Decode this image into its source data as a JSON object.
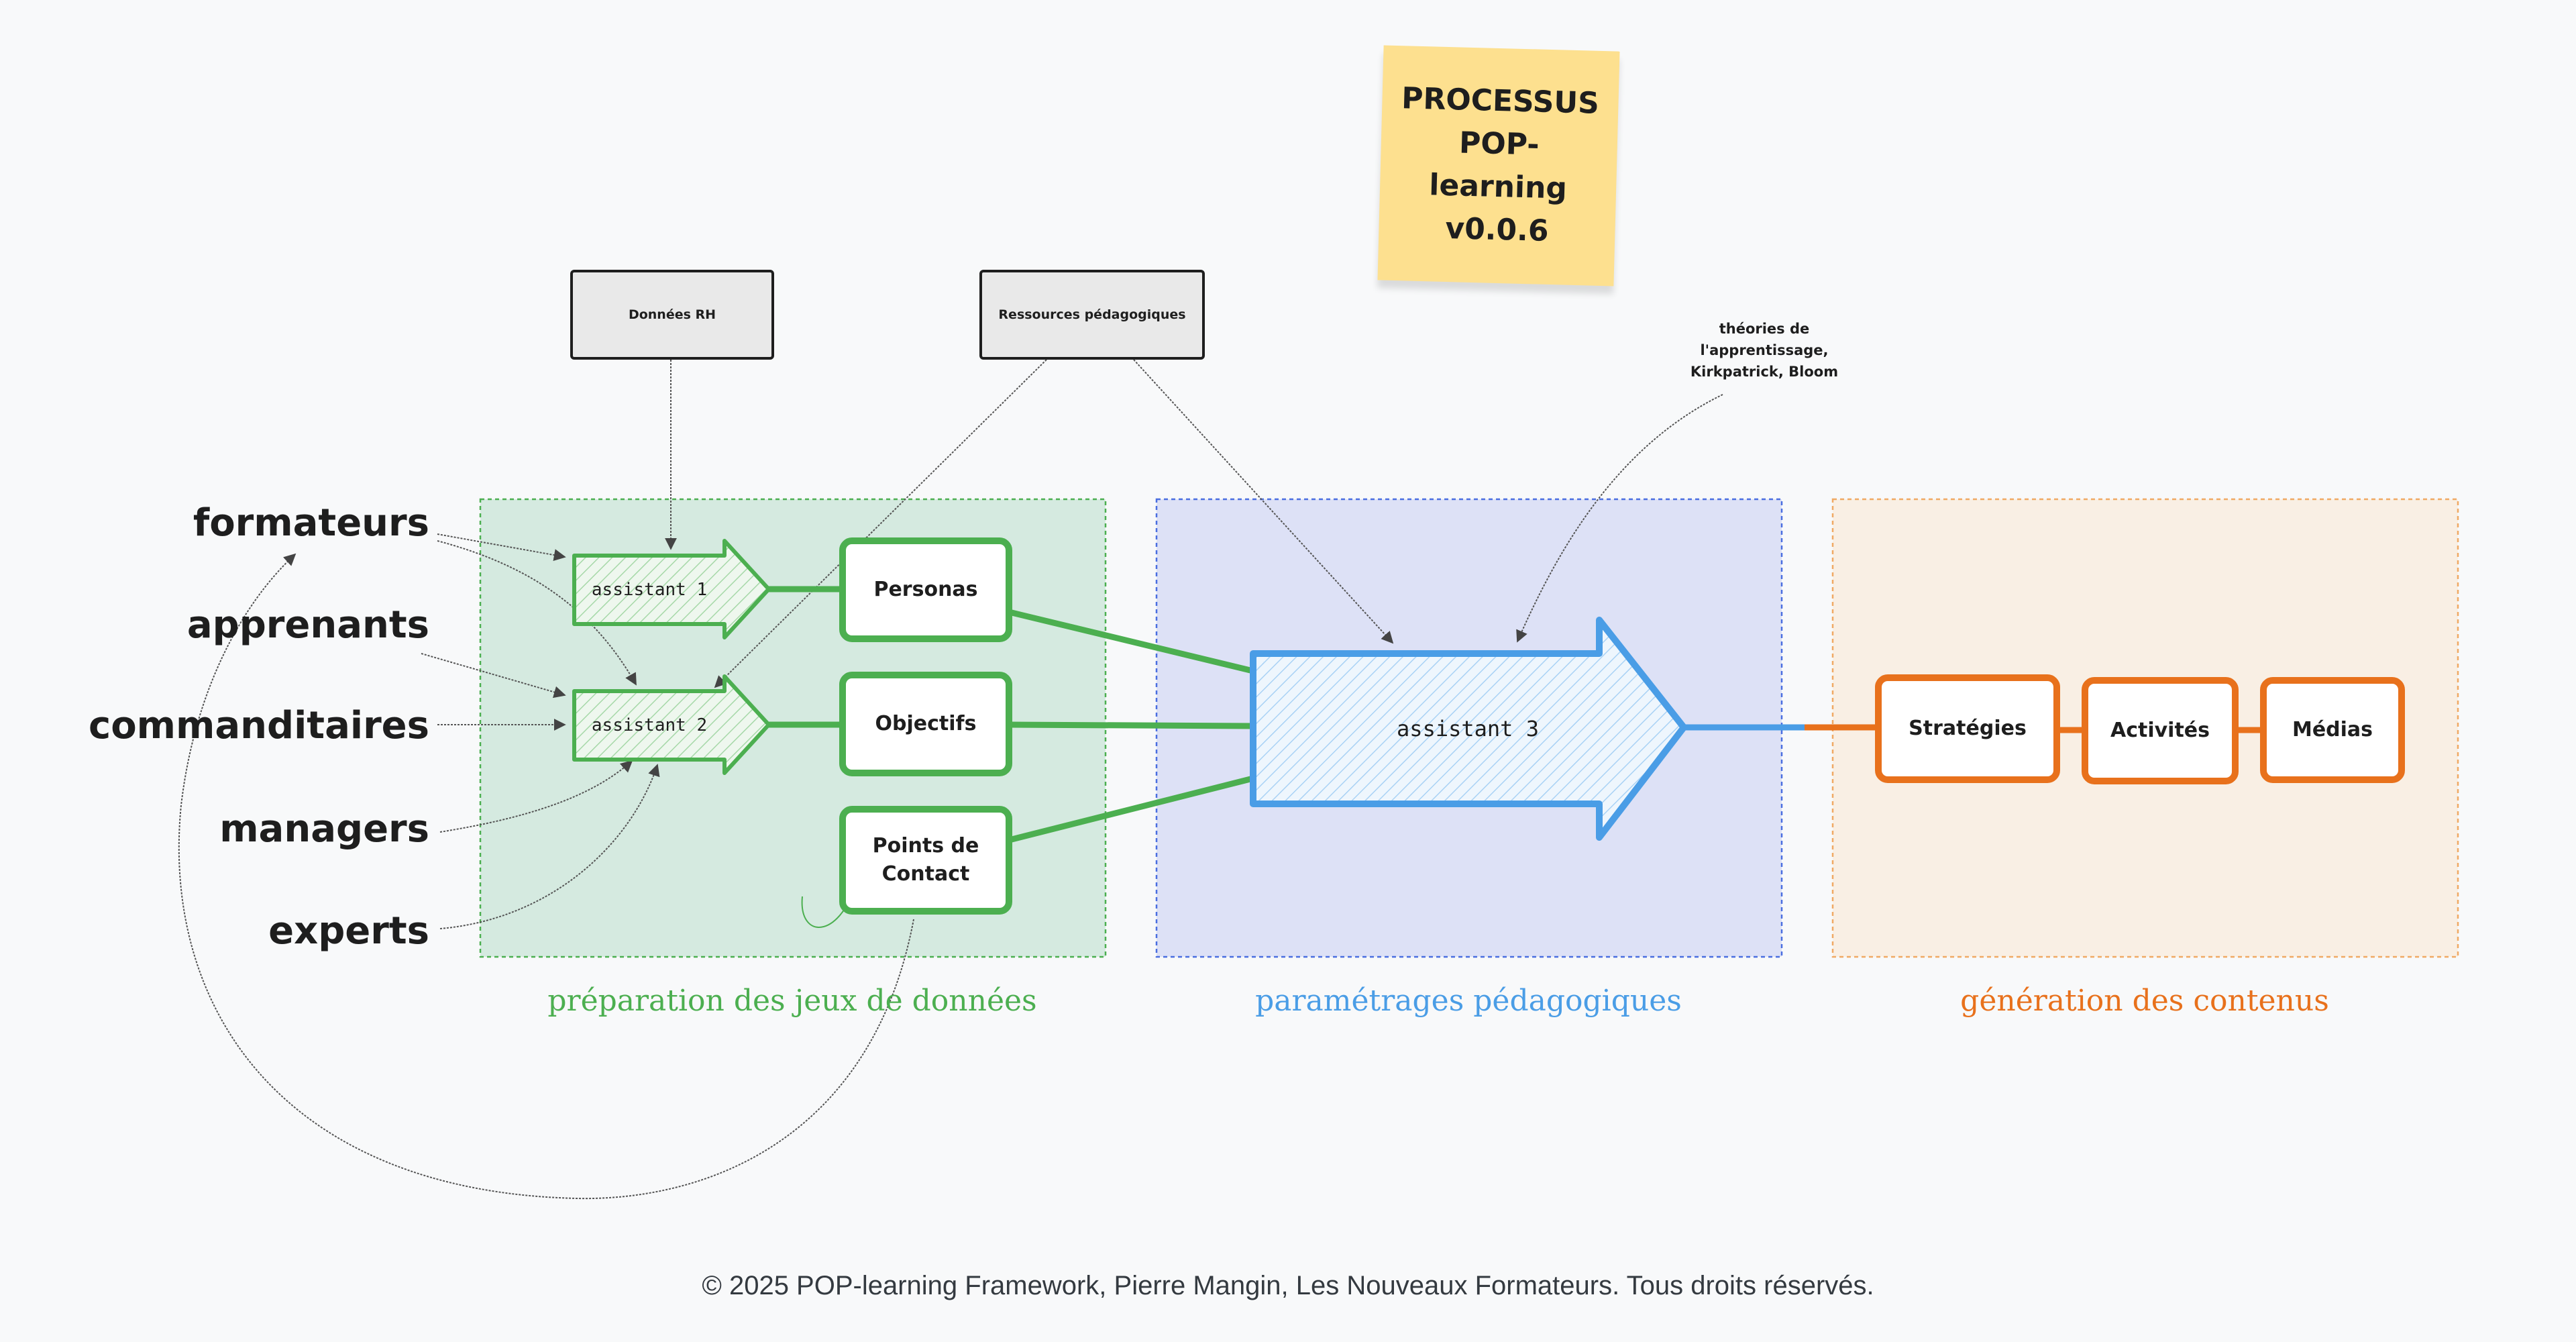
{
  "sticky_note": "PROCESSUS\nPOP-\nlearning\nv0.0.6",
  "inputs": {
    "donnees_rh": "Données RH",
    "ressources": "Ressources pédagogiques"
  },
  "theory_note": "théories de\nl'apprentissage,\nKirkpatrick, Bloom",
  "actors": [
    "formateurs",
    "apprenants",
    "commanditaires",
    "managers",
    "experts"
  ],
  "zones": {
    "preparation": {
      "title": "préparation des jeux de données",
      "color": "#4caf50"
    },
    "parametrage": {
      "title": "paramétrages pédagogiques",
      "color": "#4a9de6"
    },
    "generation": {
      "title": "génération des contenus",
      "color": "#e8711c"
    }
  },
  "assistants": {
    "a1": "assistant 1",
    "a2": "assistant 2",
    "a3": "assistant 3"
  },
  "datasets": {
    "personas": "Personas",
    "objectifs": "Objectifs",
    "points_contact": "Points de\nContact"
  },
  "outputs": {
    "strategies": "Stratégies",
    "activites": "Activités",
    "medias": "Médias"
  },
  "footer": "© 2025 POP-learning Framework, Pierre Mangin, Les Nouveaux Formateurs. Tous droits réservés."
}
